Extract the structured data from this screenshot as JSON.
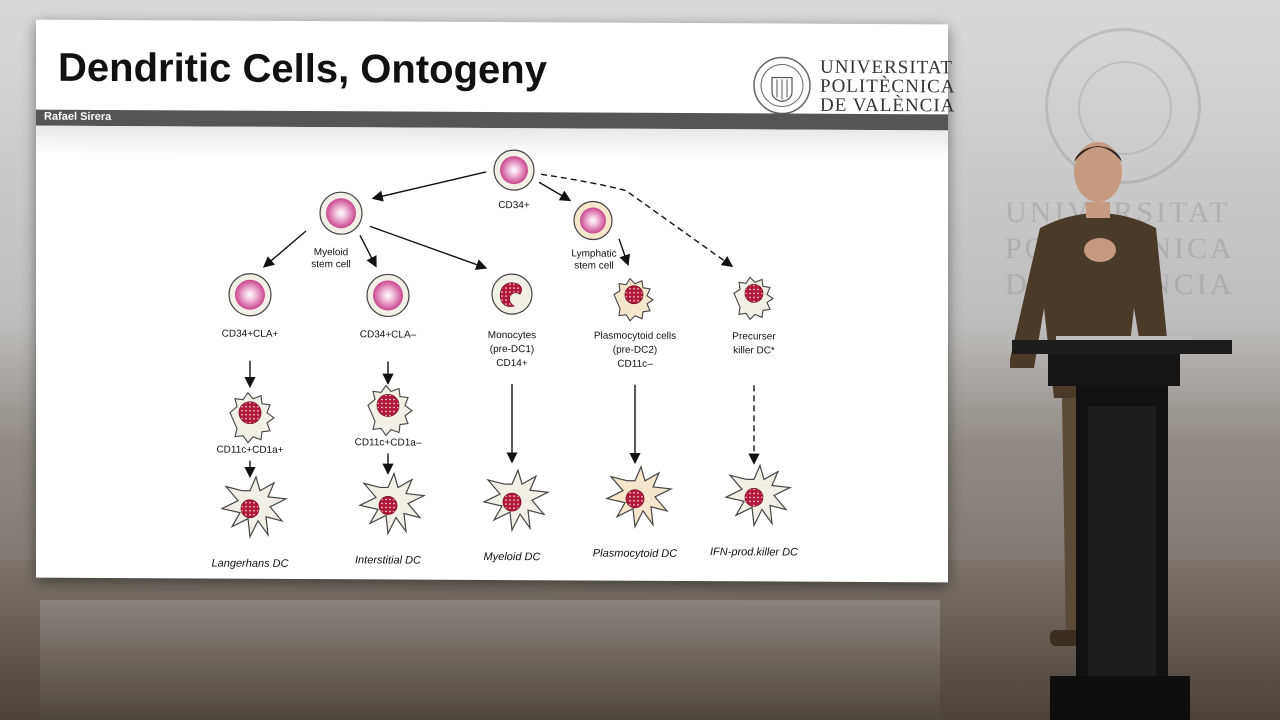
{
  "slide": {
    "title": "Dendritic Cells, Ontogeny",
    "author": "Rafael Sirera",
    "logo_lines": [
      "UNIVERSITAT",
      "POLITÈCNICA",
      "DE VALÈNCIA"
    ]
  },
  "diagram": {
    "root": "CD34+",
    "myeloid_stem": [
      "Myeloid",
      "stem cell"
    ],
    "lymphatic_stem": [
      "Lymphatic",
      "stem cell"
    ],
    "precursors": {
      "p1": [
        "CD34+CLA+"
      ],
      "p2": [
        "CD34+CLA–"
      ],
      "p3": [
        "Monocytes",
        "(pre-DC1)",
        "CD14+"
      ],
      "p4": [
        "Plasmocytoid cells",
        "(pre-DC2)",
        "CD11c–"
      ],
      "p5": [
        "Precurser",
        "killer DC*"
      ]
    },
    "intermediates": {
      "i1": "CD11c+CD1a+",
      "i2": "CD11c+CD1a–"
    },
    "finals": {
      "f1": "Langerhans DC",
      "f2": "Interstitial DC",
      "f3": "Myeloid DC",
      "f4": "Plasmocytoid DC",
      "f5": "IFN-prod.killer DC"
    }
  },
  "backdrop": {
    "wall_text": [
      "UNIVERSITAT",
      "POLITÈCNICA",
      "DE VALÈNCIA"
    ]
  },
  "colors": {
    "stem_cell": "#c8478e",
    "nucleus": "#b3183a",
    "plasmocytoid_fill": "#f6e6cc"
  }
}
